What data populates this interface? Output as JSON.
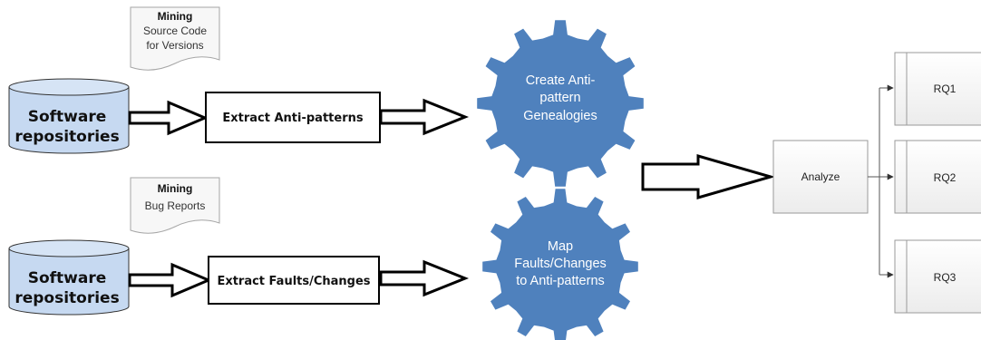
{
  "docs": [
    {
      "title": "Mining",
      "lines": [
        "Source Code",
        "for Versions"
      ]
    },
    {
      "title": "Mining",
      "lines": [
        "Bug Reports"
      ]
    }
  ],
  "repositories": [
    {
      "lines": [
        "Software",
        "repositories"
      ]
    },
    {
      "lines": [
        "Software",
        "repositories"
      ]
    }
  ],
  "extract_boxes": [
    {
      "label": "Extract Anti-patterns"
    },
    {
      "label": "Extract Faults/Changes"
    }
  ],
  "gears": [
    {
      "lines": [
        "Create Anti-",
        "pattern",
        "Genealogies"
      ]
    },
    {
      "lines": [
        "Map",
        "Faults/Changes",
        "to Anti-patterns"
      ]
    }
  ],
  "analyze": {
    "label": "Analyze"
  },
  "research_questions": [
    {
      "label": "RQ1"
    },
    {
      "label": "RQ2"
    },
    {
      "label": "RQ3"
    }
  ],
  "colors": {
    "gear": "#4f81bd",
    "cylinder": "#c6d9f1",
    "box_fill": "#f2f2f2",
    "stroke": "#000000"
  }
}
